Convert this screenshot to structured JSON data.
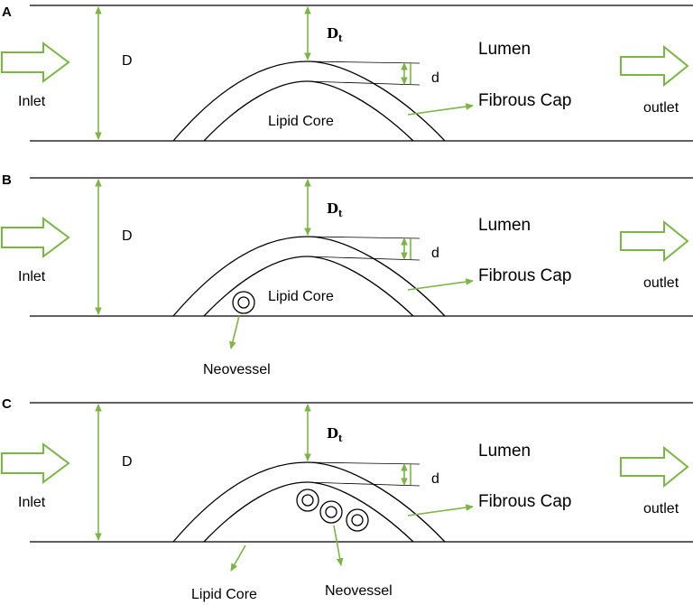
{
  "colors": {
    "accent_green": "#7bb544",
    "line": "#000000"
  },
  "panels": [
    {
      "id": "A",
      "label": "A",
      "diameter": "D",
      "throat_main": "D",
      "throat_sub": "t",
      "cap_thickness": "d",
      "lumen": "Lumen",
      "inlet": "Inlet",
      "outlet": "outlet",
      "fibrous_cap": "Fibrous Cap",
      "lipid_core": "Lipid Core"
    },
    {
      "id": "B",
      "label": "B",
      "diameter": "D",
      "throat_main": "D",
      "throat_sub": "t",
      "cap_thickness": "d",
      "lumen": "Lumen",
      "inlet": "Inlet",
      "outlet": "outlet",
      "fibrous_cap": "Fibrous Cap",
      "lipid_core": "Lipid Core",
      "neovessel": "Neovessel"
    },
    {
      "id": "C",
      "label": "C",
      "diameter": "D",
      "throat_main": "D",
      "throat_sub": "t",
      "cap_thickness": "d",
      "lumen": "Lumen",
      "inlet": "Inlet",
      "outlet": "outlet",
      "fibrous_cap": "Fibrous Cap",
      "lipid_core": "Lipid Core",
      "neovessel": "Neovessel"
    }
  ]
}
